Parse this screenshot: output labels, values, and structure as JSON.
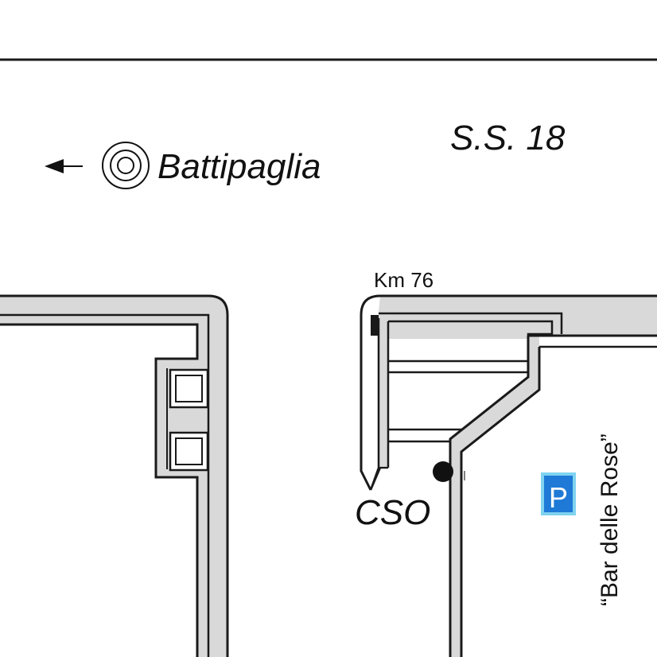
{
  "map": {
    "road_name": "S.S. 18",
    "direction": {
      "arrow": "left-arrow-icon",
      "place_symbol": "concentric-circles-icon",
      "destination": "Battipaglia"
    },
    "km_marker": "Km 76",
    "location_label": "CSO",
    "location_marker": "location-dot-icon",
    "parking": {
      "icon": "parking-icon",
      "letter": "P"
    },
    "bar_label": "“Bar delle Rose”"
  },
  "colors": {
    "background": "#ffffff",
    "outline": "#1a1a1a",
    "road_fill": "#d9d9d9",
    "parking_fill": "#1e7ad6",
    "parking_border": "#7fd3f0",
    "text": "#111111"
  }
}
